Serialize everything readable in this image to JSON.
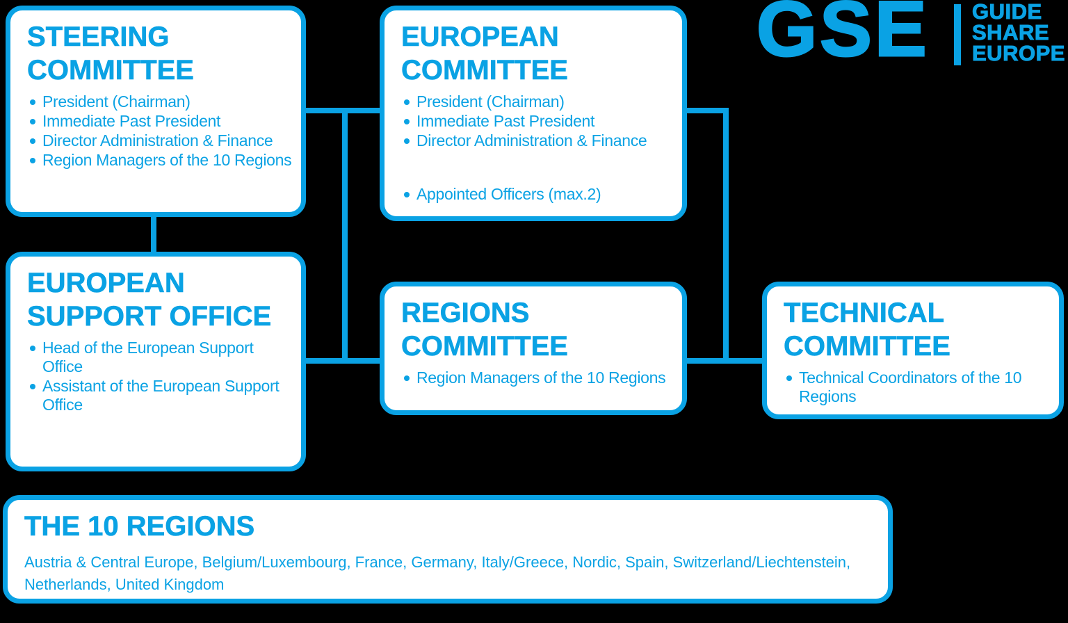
{
  "colors": {
    "accent": "#0aa2e4",
    "box_background": "#ffffff",
    "page_background": "#000000"
  },
  "logo": {
    "acronym": "GSE",
    "words": [
      "GUIDE",
      "SHARE",
      "EUROPE"
    ]
  },
  "steering_committee": {
    "title": "STEERING COMMITTEE",
    "members": [
      "President (Chairman)",
      "Immediate Past President",
      "Director Administration & Finance",
      "Region Managers of the 10 Regions"
    ]
  },
  "european_committee": {
    "title": "EUROPEAN COMMITTEE",
    "members": [
      "President (Chairman)",
      "Immediate Past President",
      "Director Administration & Finance"
    ],
    "appointed": [
      "Appointed Officers (max.2)"
    ]
  },
  "european_support_office": {
    "title": "EUROPEAN SUPPORT OFFICE",
    "members": [
      "Head of the European Support Office",
      "Assistant of the European Support Office"
    ]
  },
  "regions_committee": {
    "title": "REGIONS COMMITTEE",
    "members": [
      "Region Managers of the 10 Regions"
    ]
  },
  "technical_committee": {
    "title": "TECHNICAL COMMITTEE",
    "members": [
      "Technical Coordinators of the 10 Regions"
    ]
  },
  "the_10_regions": {
    "title": "THE 10 REGIONS",
    "regions_list": "Austria & Central Europe, Belgium/Luxembourg, France, Germany, Italy/Greece, Nordic, Spain, Switzerland/Liechtenstein, Netherlands, United Kingdom"
  }
}
